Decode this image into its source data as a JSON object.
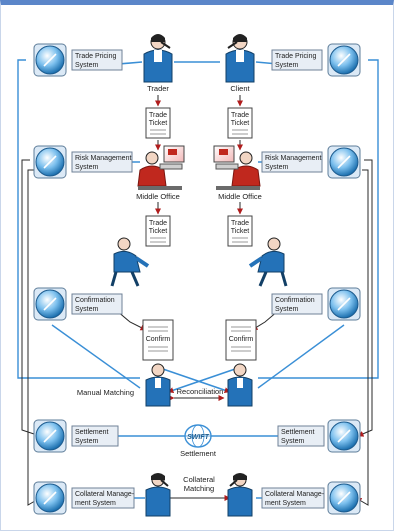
{
  "systems": {
    "left": [
      "Trade Pricing System",
      "Risk Management System",
      "Confirmation System",
      "Settlement System",
      "Collateral Management System"
    ],
    "right": [
      "Trade Pricing System",
      "Risk Management System",
      "Confirmation System",
      "Settlement System",
      "Collateral Management System"
    ]
  },
  "system_lines": {
    "trade_pricing": [
      "Trade Pricing",
      "System"
    ],
    "risk_management": [
      "Risk Management",
      "System"
    ],
    "confirmation": [
      "Confirmation",
      "System"
    ],
    "settlement": [
      "Settlement",
      "System"
    ],
    "collateral": [
      "Collateral Manage-",
      "ment System"
    ]
  },
  "people": {
    "trader": "Trader",
    "client": "Client",
    "middle_office_left": "Middle Office",
    "middle_office_right": "Middle Office"
  },
  "documents": {
    "trade_ticket": [
      "Trade",
      "Ticket"
    ],
    "confirm": "Confirm"
  },
  "processes": {
    "manual_matching": "Manual Matching",
    "reconciliation": "Reconciliation",
    "settlement": "Settlement",
    "collateral_matching": [
      "Collateral",
      "Matching"
    ],
    "swift": "SWIFT"
  },
  "colors": {
    "frame": "#5b86c9",
    "blue_line": "#3a8fd6",
    "dark_line": "#2a2a2a",
    "arrow_red": "#b01c1c",
    "person": "#2472b8",
    "operator": "#c0281e"
  }
}
